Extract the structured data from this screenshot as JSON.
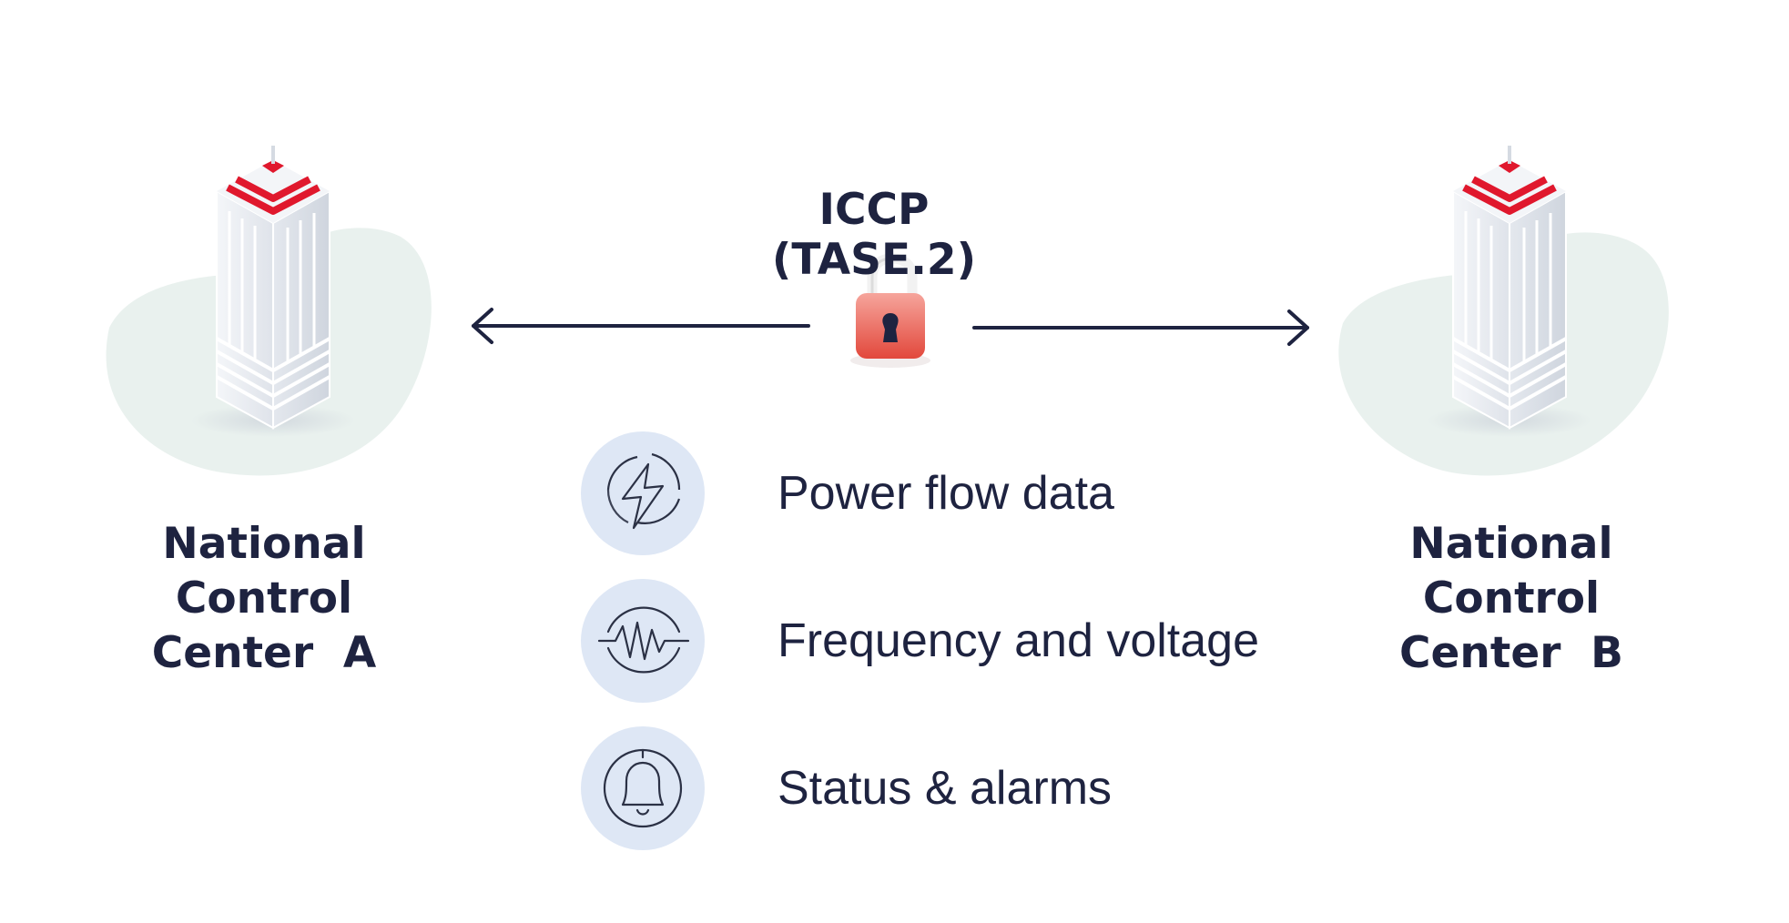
{
  "protocol": {
    "title": "ICCP (TASE.2)"
  },
  "center_a": {
    "lines": [
      "National",
      "Control",
      "Center  A"
    ]
  },
  "center_b": {
    "lines": [
      "National",
      "Control",
      "Center  B"
    ]
  },
  "data_items": [
    {
      "label": "Power flow data",
      "icon": "lightning-icon"
    },
    {
      "label": "Frequency and voltage",
      "icon": "waveform-icon"
    },
    {
      "label": "Status & alarms",
      "icon": "bell-icon"
    }
  ],
  "colors": {
    "text": "#1e2340",
    "accent": "#e0182d",
    "blob": "#e9f1ee",
    "icon_circle": "#dee7f5",
    "building": "#e3e7ee"
  }
}
